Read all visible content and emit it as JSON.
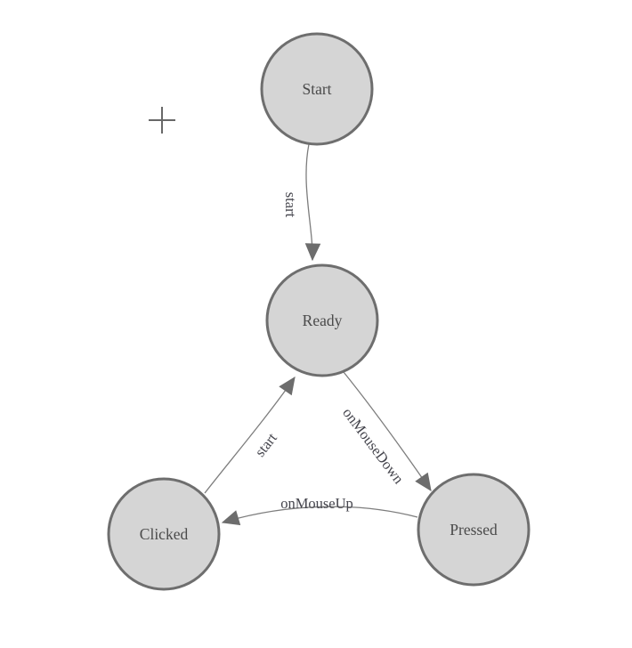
{
  "diagram": {
    "type": "state-machine",
    "background_color": "#ffffff",
    "palette": {
      "node_fill": "#d5d5d5",
      "node_border": "#6e6e6e",
      "node_text_color": "#4a4a4a",
      "edge_color": "#7d7d7d",
      "arrowhead_color": "#6d6d6d",
      "edge_label_color": "#45454d",
      "crosshair_color": "#686868"
    },
    "nodes": [
      {
        "id": "start",
        "label": "Start"
      },
      {
        "id": "ready",
        "label": "Ready"
      },
      {
        "id": "clicked",
        "label": "Clicked"
      },
      {
        "id": "pressed",
        "label": "Pressed"
      }
    ],
    "edges": [
      {
        "id": "start-to-ready",
        "from": "Start",
        "to": "Ready",
        "label": "start"
      },
      {
        "id": "clicked-to-ready",
        "from": "Clicked",
        "to": "Ready",
        "label": "start"
      },
      {
        "id": "ready-to-pressed",
        "from": "Ready",
        "to": "Pressed",
        "label": "onMouseDown"
      },
      {
        "id": "pressed-to-clicked",
        "from": "Pressed",
        "to": "Clicked",
        "label": "onMouseUp"
      }
    ],
    "decorations": [
      {
        "id": "plus-crosshair",
        "glyph": "+"
      }
    ]
  }
}
